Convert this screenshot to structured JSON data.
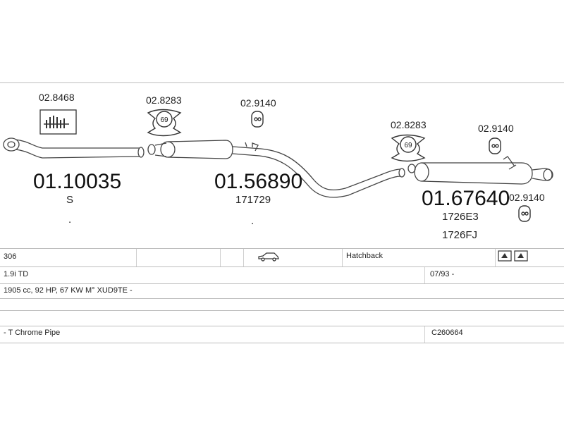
{
  "parts": {
    "clamp_top_left": "02.8468",
    "gasket_1": "02.8283",
    "hanger_1": "02.9140",
    "gasket_2": "02.8283",
    "hanger_2": "02.9140",
    "hanger_3": "02.9140",
    "gasket_1_badge": "69",
    "gasket_2_badge": "69",
    "front_pipe": {
      "number": "01.10035",
      "code": "S",
      "dot": "."
    },
    "middle_silencer": {
      "number": "01.56890",
      "code": "171729",
      "dot": "."
    },
    "rear_silencer": {
      "number": "01.67640",
      "code_1": "1726E3",
      "code_2": "1726FJ"
    }
  },
  "info_table": {
    "model": "306",
    "body_type": "Hatchback",
    "engine": "1.9i TD",
    "date_range": "07/93 -",
    "specs": "1905 cc, 92 HP, 67 KW M° XUD9TE -",
    "tailpipe": "- T Chrome Pipe",
    "catalog_code": "C260664"
  },
  "colors": {
    "line": "#555555",
    "border": "#bdbdbd"
  }
}
